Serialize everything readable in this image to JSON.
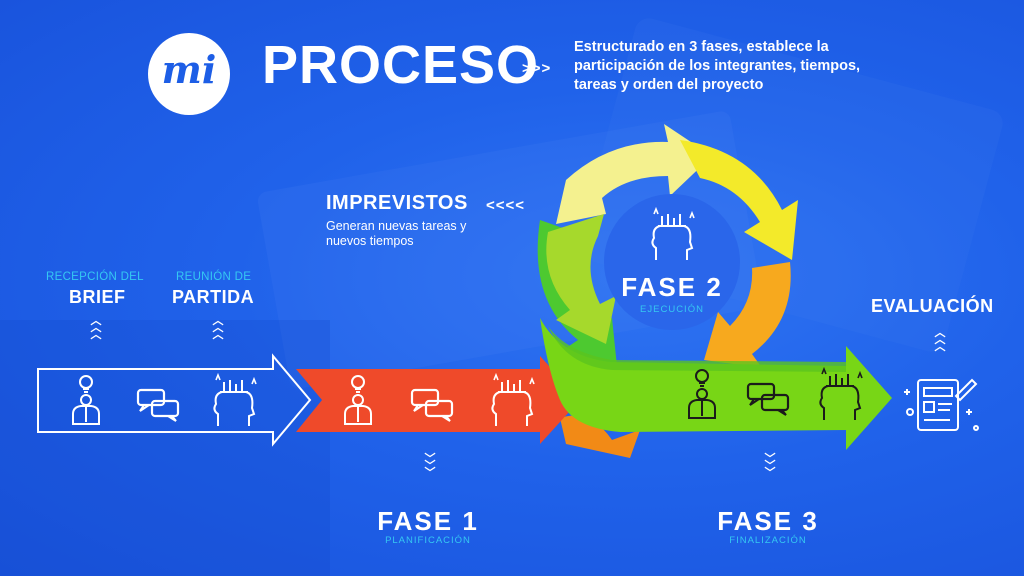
{
  "header": {
    "logo_text": "mi",
    "title": "PROCESO",
    "arrows": ">>>",
    "description": "Estructurado en 3 fases, establece la participación de los integrantes, tiempos, tareas y orden del proyecto"
  },
  "imprevistos": {
    "title": "IMPREVISTOS",
    "arrows": "<<<<",
    "description": "Generan nuevas tareas y nuevos tiempos"
  },
  "pre_steps": [
    {
      "subtitle": "RECEPCIÓN DEL",
      "title": "BRIEF"
    },
    {
      "subtitle": "REUNIÓN DE",
      "title": "PARTIDA"
    }
  ],
  "phases": {
    "fase1": {
      "title": "FASE 1",
      "subtitle": "PLANIFICACIÓN"
    },
    "fase2": {
      "title": "FASE 2",
      "subtitle": "EJECUCIÓN"
    },
    "fase3": {
      "title": "FASE 3",
      "subtitle": "FINALIZACIÓN"
    }
  },
  "evaluacion": {
    "title": "EVALUACIÓN"
  },
  "colors": {
    "background": "#1f5fe6",
    "fase1_arrow": "#ef4a2a",
    "fase3_arrow": "#78d616",
    "accent_cyan": "#35c8f2",
    "cycle": [
      "#f4f18f",
      "#f6ef38",
      "#f7b21c",
      "#f28a16",
      "#4dc930",
      "#9ad928"
    ]
  },
  "icons": [
    "idea-person-icon",
    "chat-bubbles-icon",
    "creative-head-icon",
    "evaluation-document-icon"
  ]
}
